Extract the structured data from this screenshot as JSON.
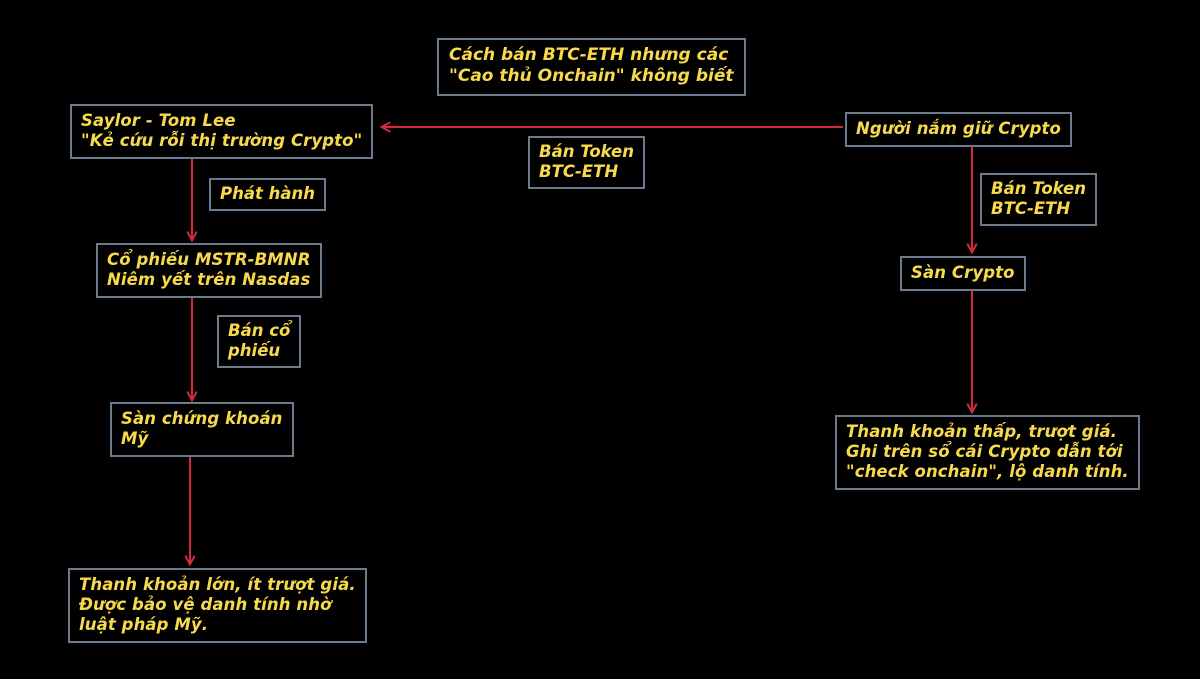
{
  "diagram": {
    "background_color": "#000000",
    "text_color": "#f7d94c",
    "border_color": "#6b7b8c",
    "arrow_color": "#cf2b3c",
    "title": "Cách bán BTC-ETH nhưng các\n\"Cao thủ Onchain\" không biết",
    "nodes": {
      "saylor_tom_lee": "Saylor - Tom Lee\n\"Kẻ cứu rỗi thị trường Crypto\"",
      "stock_mstr_bmnr": "Cổ phiếu MSTR-BMNR\nNiêm yết trên Nasdas",
      "us_stock_exchange": "Sàn chứng khoán\nMỹ",
      "outcome_stock": "Thanh khoản lớn, ít trượt giá.\nĐược bảo vệ danh tính nhờ\nluật pháp Mỹ.",
      "crypto_holder": "Người nắm giữ Crypto",
      "crypto_exchange": "Sàn Crypto",
      "outcome_crypto": "Thanh khoản thấp, trượt giá.\nGhi trên sổ cái Crypto dẫn tới\n\"check onchain\", lộ danh tính."
    },
    "edge_labels": {
      "phat_hanh": "Phát hành",
      "ban_co_phieu": "Bán cổ\nphiếu",
      "ban_token_middle": "Bán Token\nBTC-ETH",
      "ban_token_right": "Bán Token\nBTC-ETH"
    }
  }
}
